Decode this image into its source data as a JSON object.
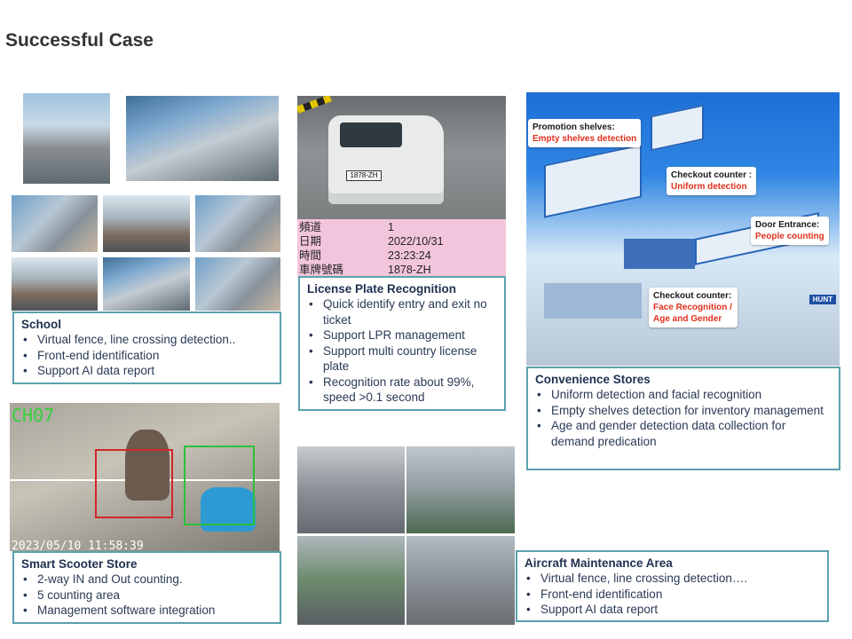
{
  "page": {
    "title": "Successful Case"
  },
  "school": {
    "title": "School",
    "items": [
      "Virtual fence, line crossing detection..",
      "Front-end identification",
      "Support AI data report"
    ]
  },
  "lpr": {
    "title": "License Plate Recognition",
    "items": [
      "Quick identify entry and exit no ticket",
      "Support LPR management",
      "Support multi country license plate",
      "Recognition rate about 99%, speed >0.1 second"
    ],
    "plate_on_car": "1878-ZH",
    "table": [
      {
        "key": "頻道",
        "value": "1"
      },
      {
        "key": "日期",
        "value": "2022/10/31"
      },
      {
        "key": "時間",
        "value": "23:23:24"
      },
      {
        "key": "車牌號碼",
        "value": "1878-ZH"
      }
    ]
  },
  "store": {
    "title": "Convenience Stores",
    "items": [
      "Uniform detection and facial recognition",
      "Empty shelves detection for inventory management",
      "Age and gender detection data collection for demand predication"
    ],
    "callouts": {
      "promo_label": "Promotion shelves:",
      "promo_value": "Empty shelves detection",
      "checkout1_label": "Checkout counter :",
      "checkout1_value": "Uniform detection",
      "door_label": "Door Entrance:",
      "door_value": "People counting",
      "checkout2_label": "Checkout counter:",
      "checkout2_value": "Face Recognition / Age and Gender"
    },
    "sign": "HUNT"
  },
  "scooter": {
    "title": "Smart Scooter Store",
    "items": [
      "2-way IN and Out counting.",
      "5 counting area",
      "Management software integration"
    ],
    "channel": "CH07",
    "timestamp": "2023/05/10 11:58:39"
  },
  "aircraft": {
    "title": "Aircraft Maintenance Area",
    "items": [
      "Virtual fence, line crossing detection….",
      "Front-end identification",
      "Support AI data report"
    ]
  },
  "colors": {
    "box_border": "#5aa1ad",
    "title_text": "#1f3050",
    "callout_red": "#e0301e",
    "lpr_table_bg": "#f3c5dc"
  }
}
